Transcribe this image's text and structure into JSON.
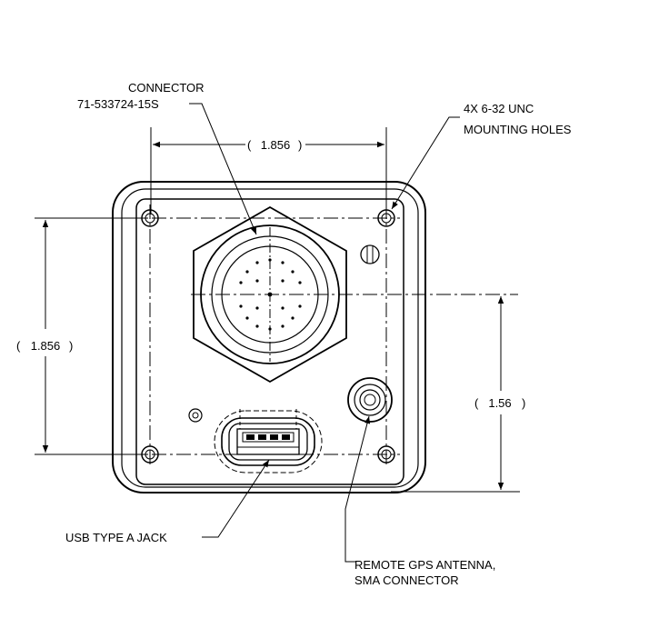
{
  "callouts": {
    "connector_line1": "CONNECTOR",
    "connector_line2": "71-533724-15S",
    "mounting_line1": "4X 6-32 UNC",
    "mounting_line2": "MOUNTING HOLES",
    "usb": "USB TYPE A JACK",
    "gps_line1": "REMOTE GPS ANTENNA,",
    "gps_line2": "SMA CONNECTOR"
  },
  "dimensions": {
    "top_width": "1.856",
    "left_height": "1.856",
    "right_height": "1.56"
  }
}
